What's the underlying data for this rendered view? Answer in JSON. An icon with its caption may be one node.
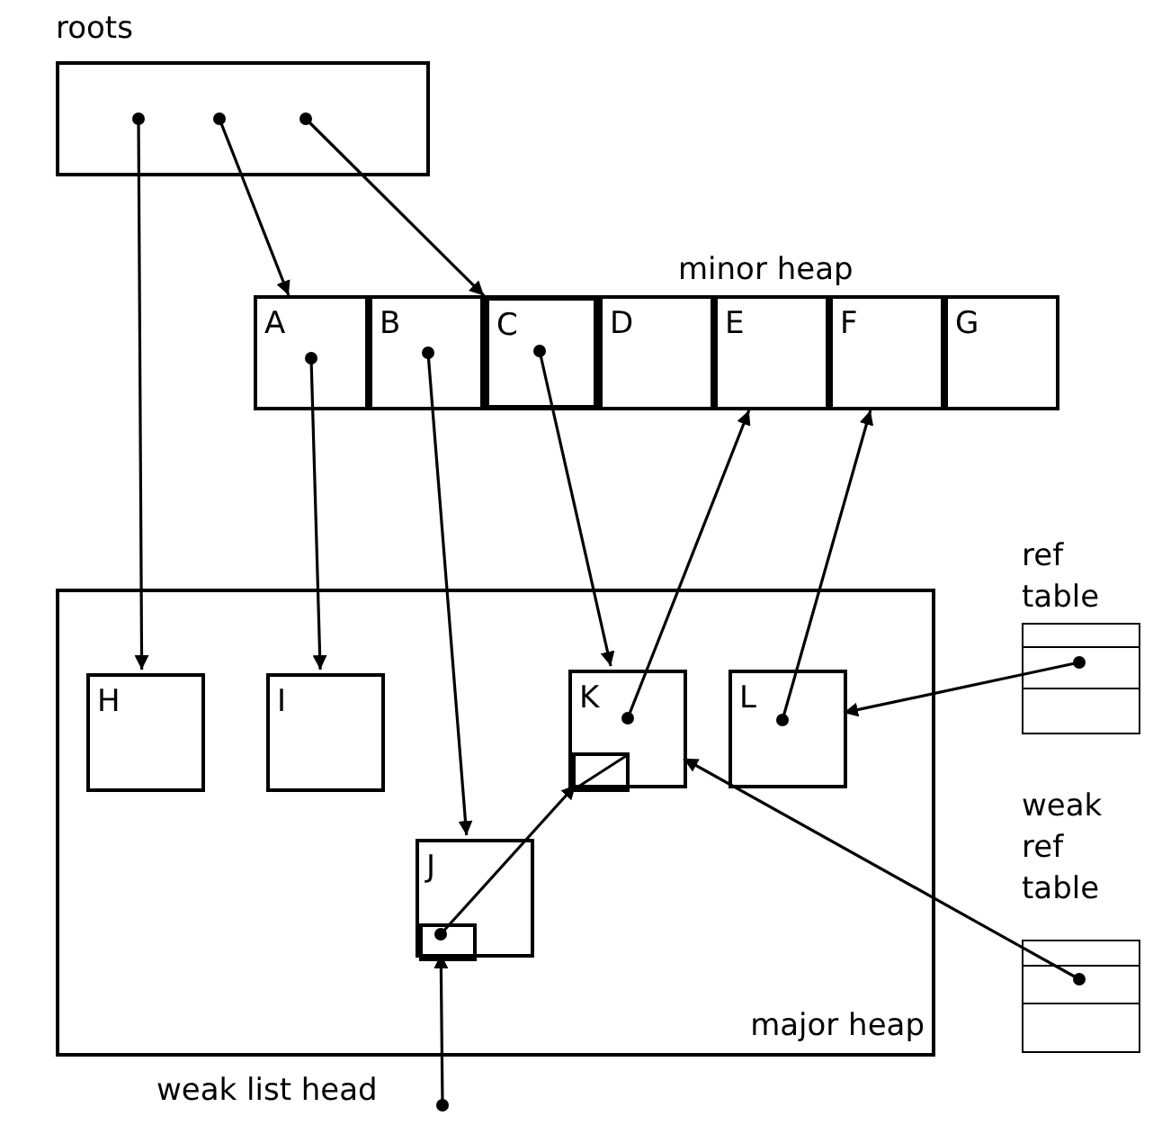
{
  "diagram": {
    "nodes": [
      {
        "text": [
          "roots"
        ]
      },
      {
        "text": [
          "minor heap"
        ]
      },
      {
        "text": [
          "A"
        ],
        "in": 1
      },
      {
        "text": [
          "B"
        ],
        "in": 1
      },
      {
        "text": [
          "C"
        ],
        "in": 1
      },
      {
        "text": [
          "D"
        ],
        "in": 1
      },
      {
        "text": [
          "E"
        ],
        "in": 1
      },
      {
        "text": [
          "F"
        ],
        "in": 1
      },
      {
        "text": [
          "G"
        ],
        "in": 1
      },
      {
        "text": [
          "major heap"
        ]
      },
      {
        "text": [
          "H"
        ],
        "in": 9
      },
      {
        "text": [
          "I"
        ],
        "in": 9
      },
      {
        "text": [
          "K"
        ],
        "in": 9
      },
      {
        "text": [
          "L"
        ],
        "in": 9
      },
      {
        "text": [
          "J"
        ],
        "in": 9
      },
      {
        "text": [],
        "shape": "box",
        "in": 12
      },
      {
        "text": [],
        "shape": "box",
        "in": 14
      },
      {
        "text": [
          "ref table"
        ]
      },
      {
        "text": [
          "weak ref table"
        ]
      },
      {
        "text": [
          "weak list head"
        ]
      }
    ],
    "edges": [
      {
        "from": 0,
        "to": 10,
        "arrow": "to"
      },
      {
        "from": 0,
        "to": 2,
        "arrow": "to"
      },
      {
        "from": 0,
        "to": 4,
        "arrow": "to"
      },
      {
        "from": 2,
        "to": 11,
        "arrow": "to"
      },
      {
        "from": 3,
        "to": 14,
        "arrow": "to"
      },
      {
        "from": 4,
        "to": 12,
        "arrow": "to"
      },
      {
        "from": 12,
        "to": 6,
        "arrow": "to"
      },
      {
        "from": 13,
        "to": 7,
        "arrow": "to"
      },
      {
        "from": 17,
        "to": 13,
        "arrow": "to"
      },
      {
        "from": 16,
        "to": 15,
        "arrow": "to"
      },
      {
        "from": 18,
        "to": 12,
        "arrow": "to"
      },
      {
        "from": 19,
        "to": 16,
        "arrow": "to"
      }
    ]
  }
}
